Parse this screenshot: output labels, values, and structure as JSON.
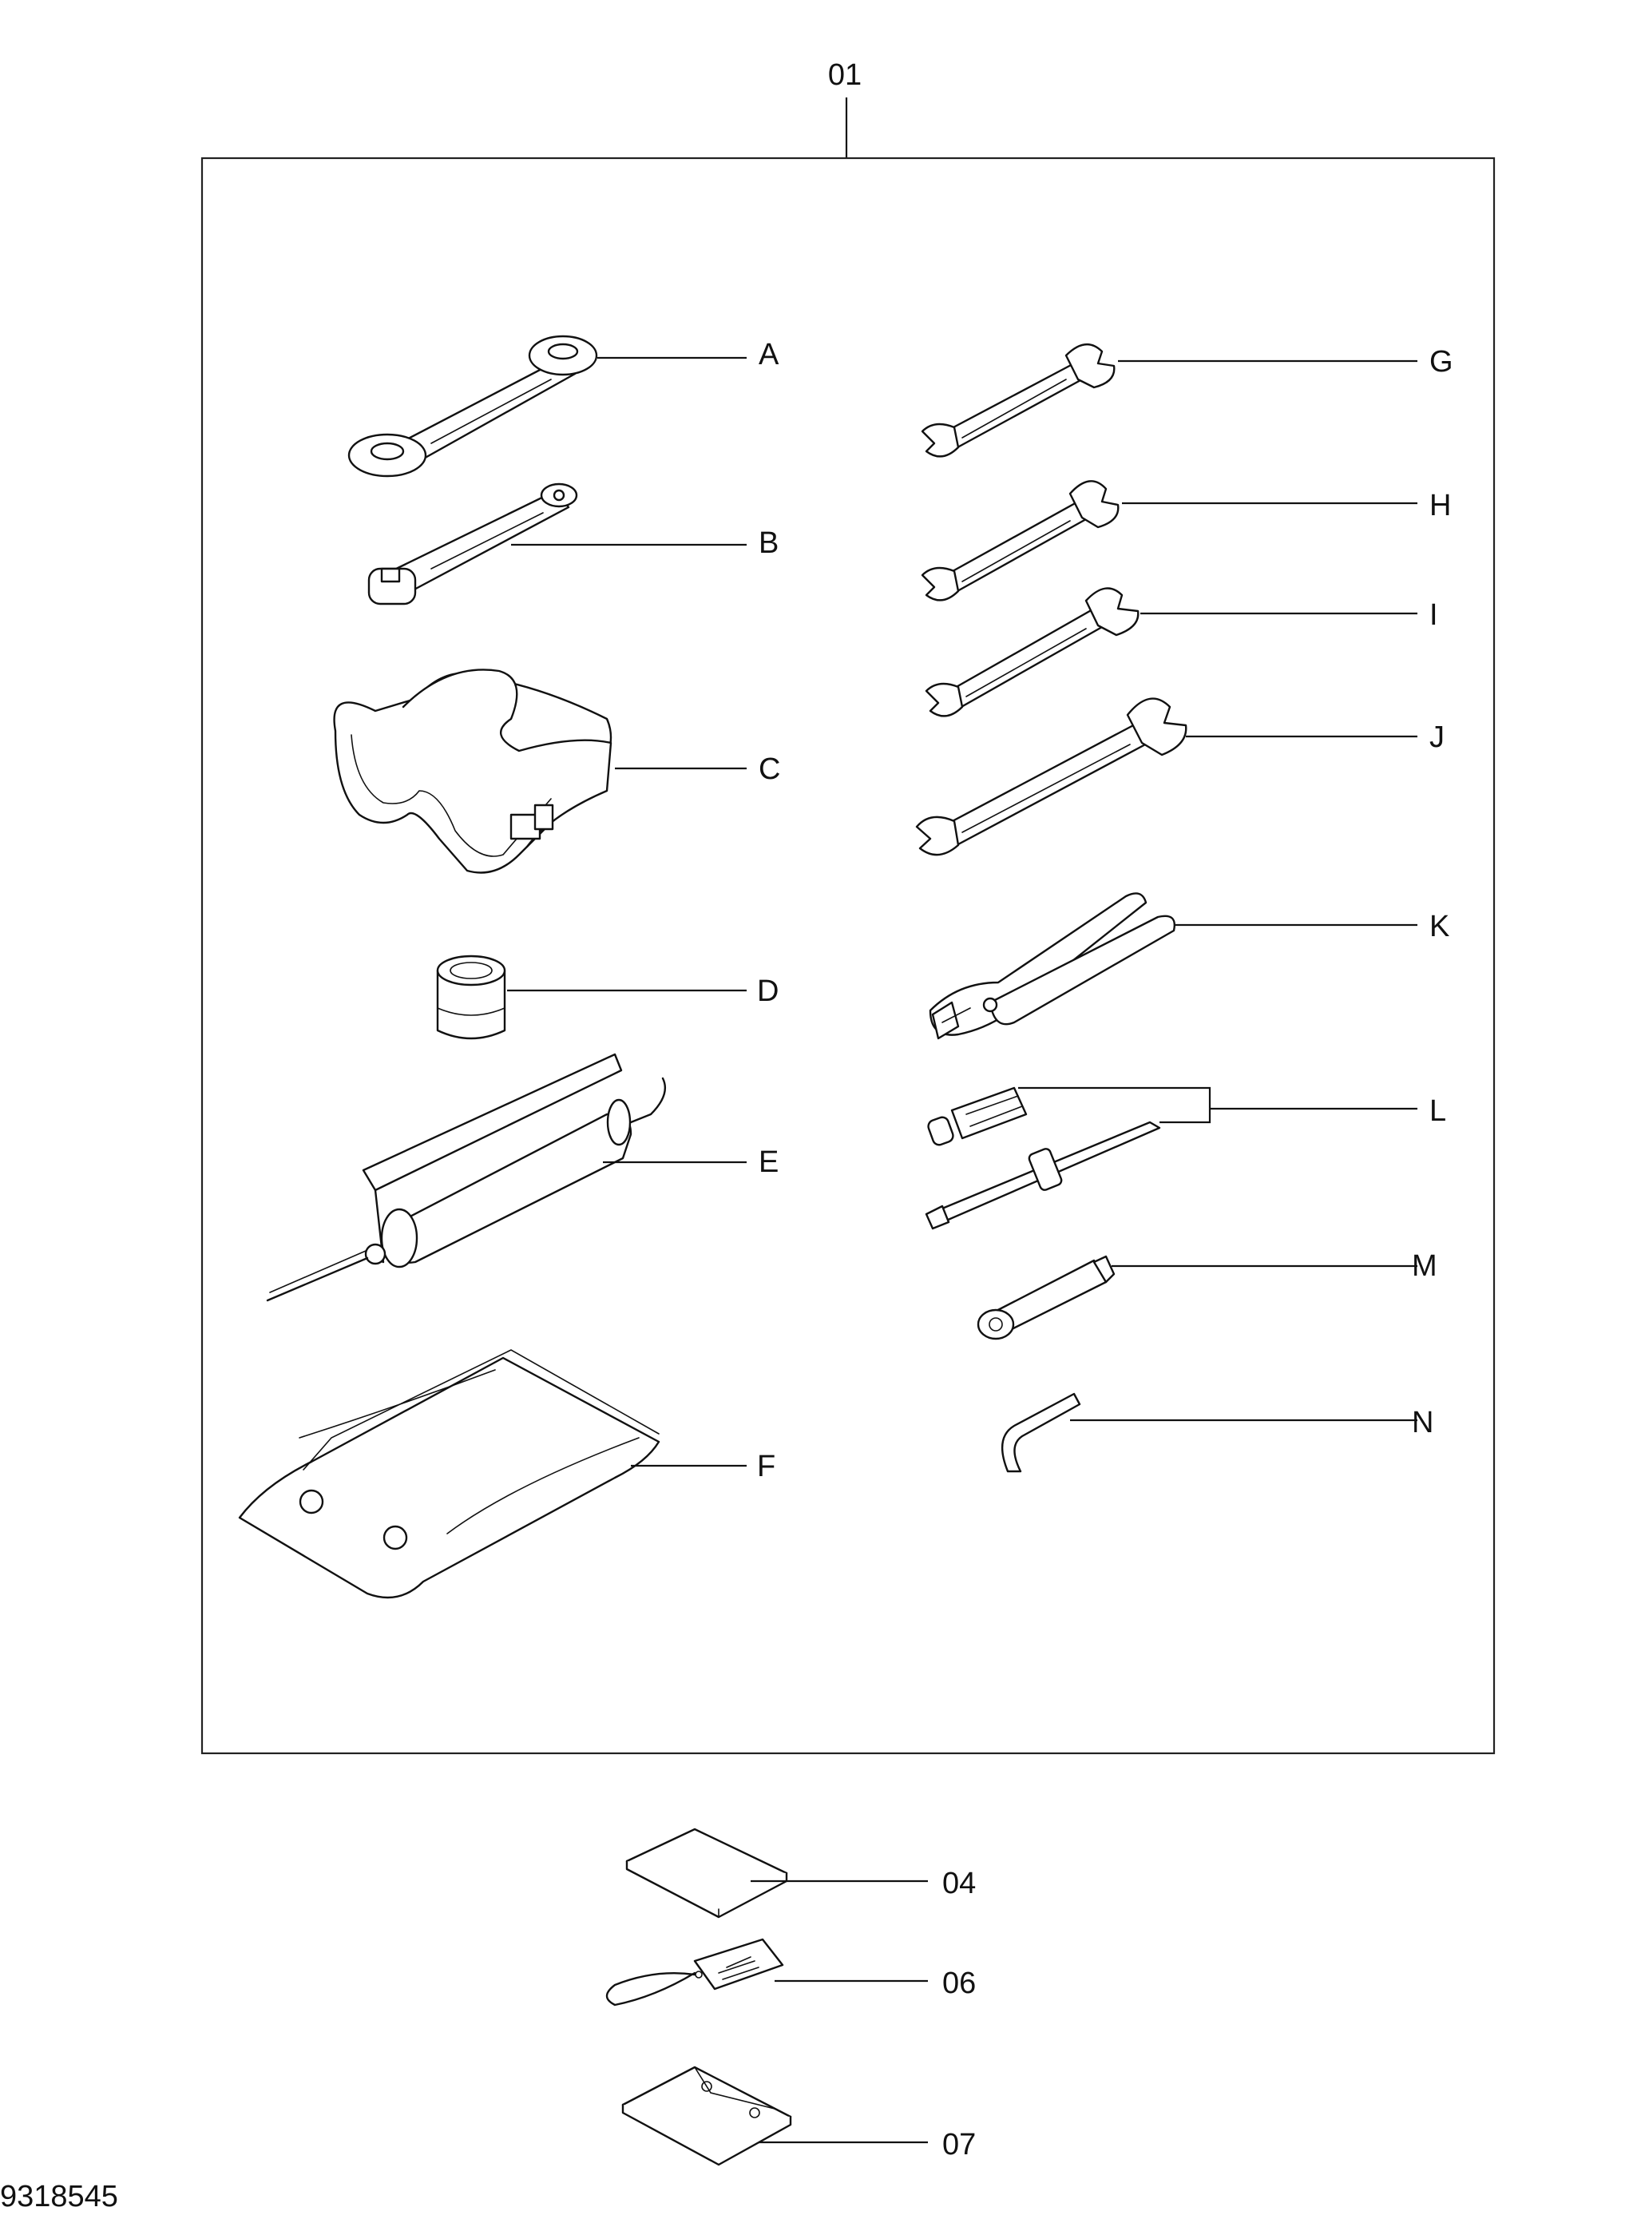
{
  "diagram": {
    "kit_label": "01",
    "drawing_number": "9318545",
    "callouts": [
      "A",
      "B",
      "C",
      "D",
      "E",
      "F",
      "G",
      "H",
      "I",
      "J",
      "K",
      "L",
      "M",
      "N"
    ],
    "outside_callouts": [
      "04",
      "06",
      "07"
    ],
    "colors": {
      "line": "#111111",
      "background": "#ffffff"
    }
  }
}
